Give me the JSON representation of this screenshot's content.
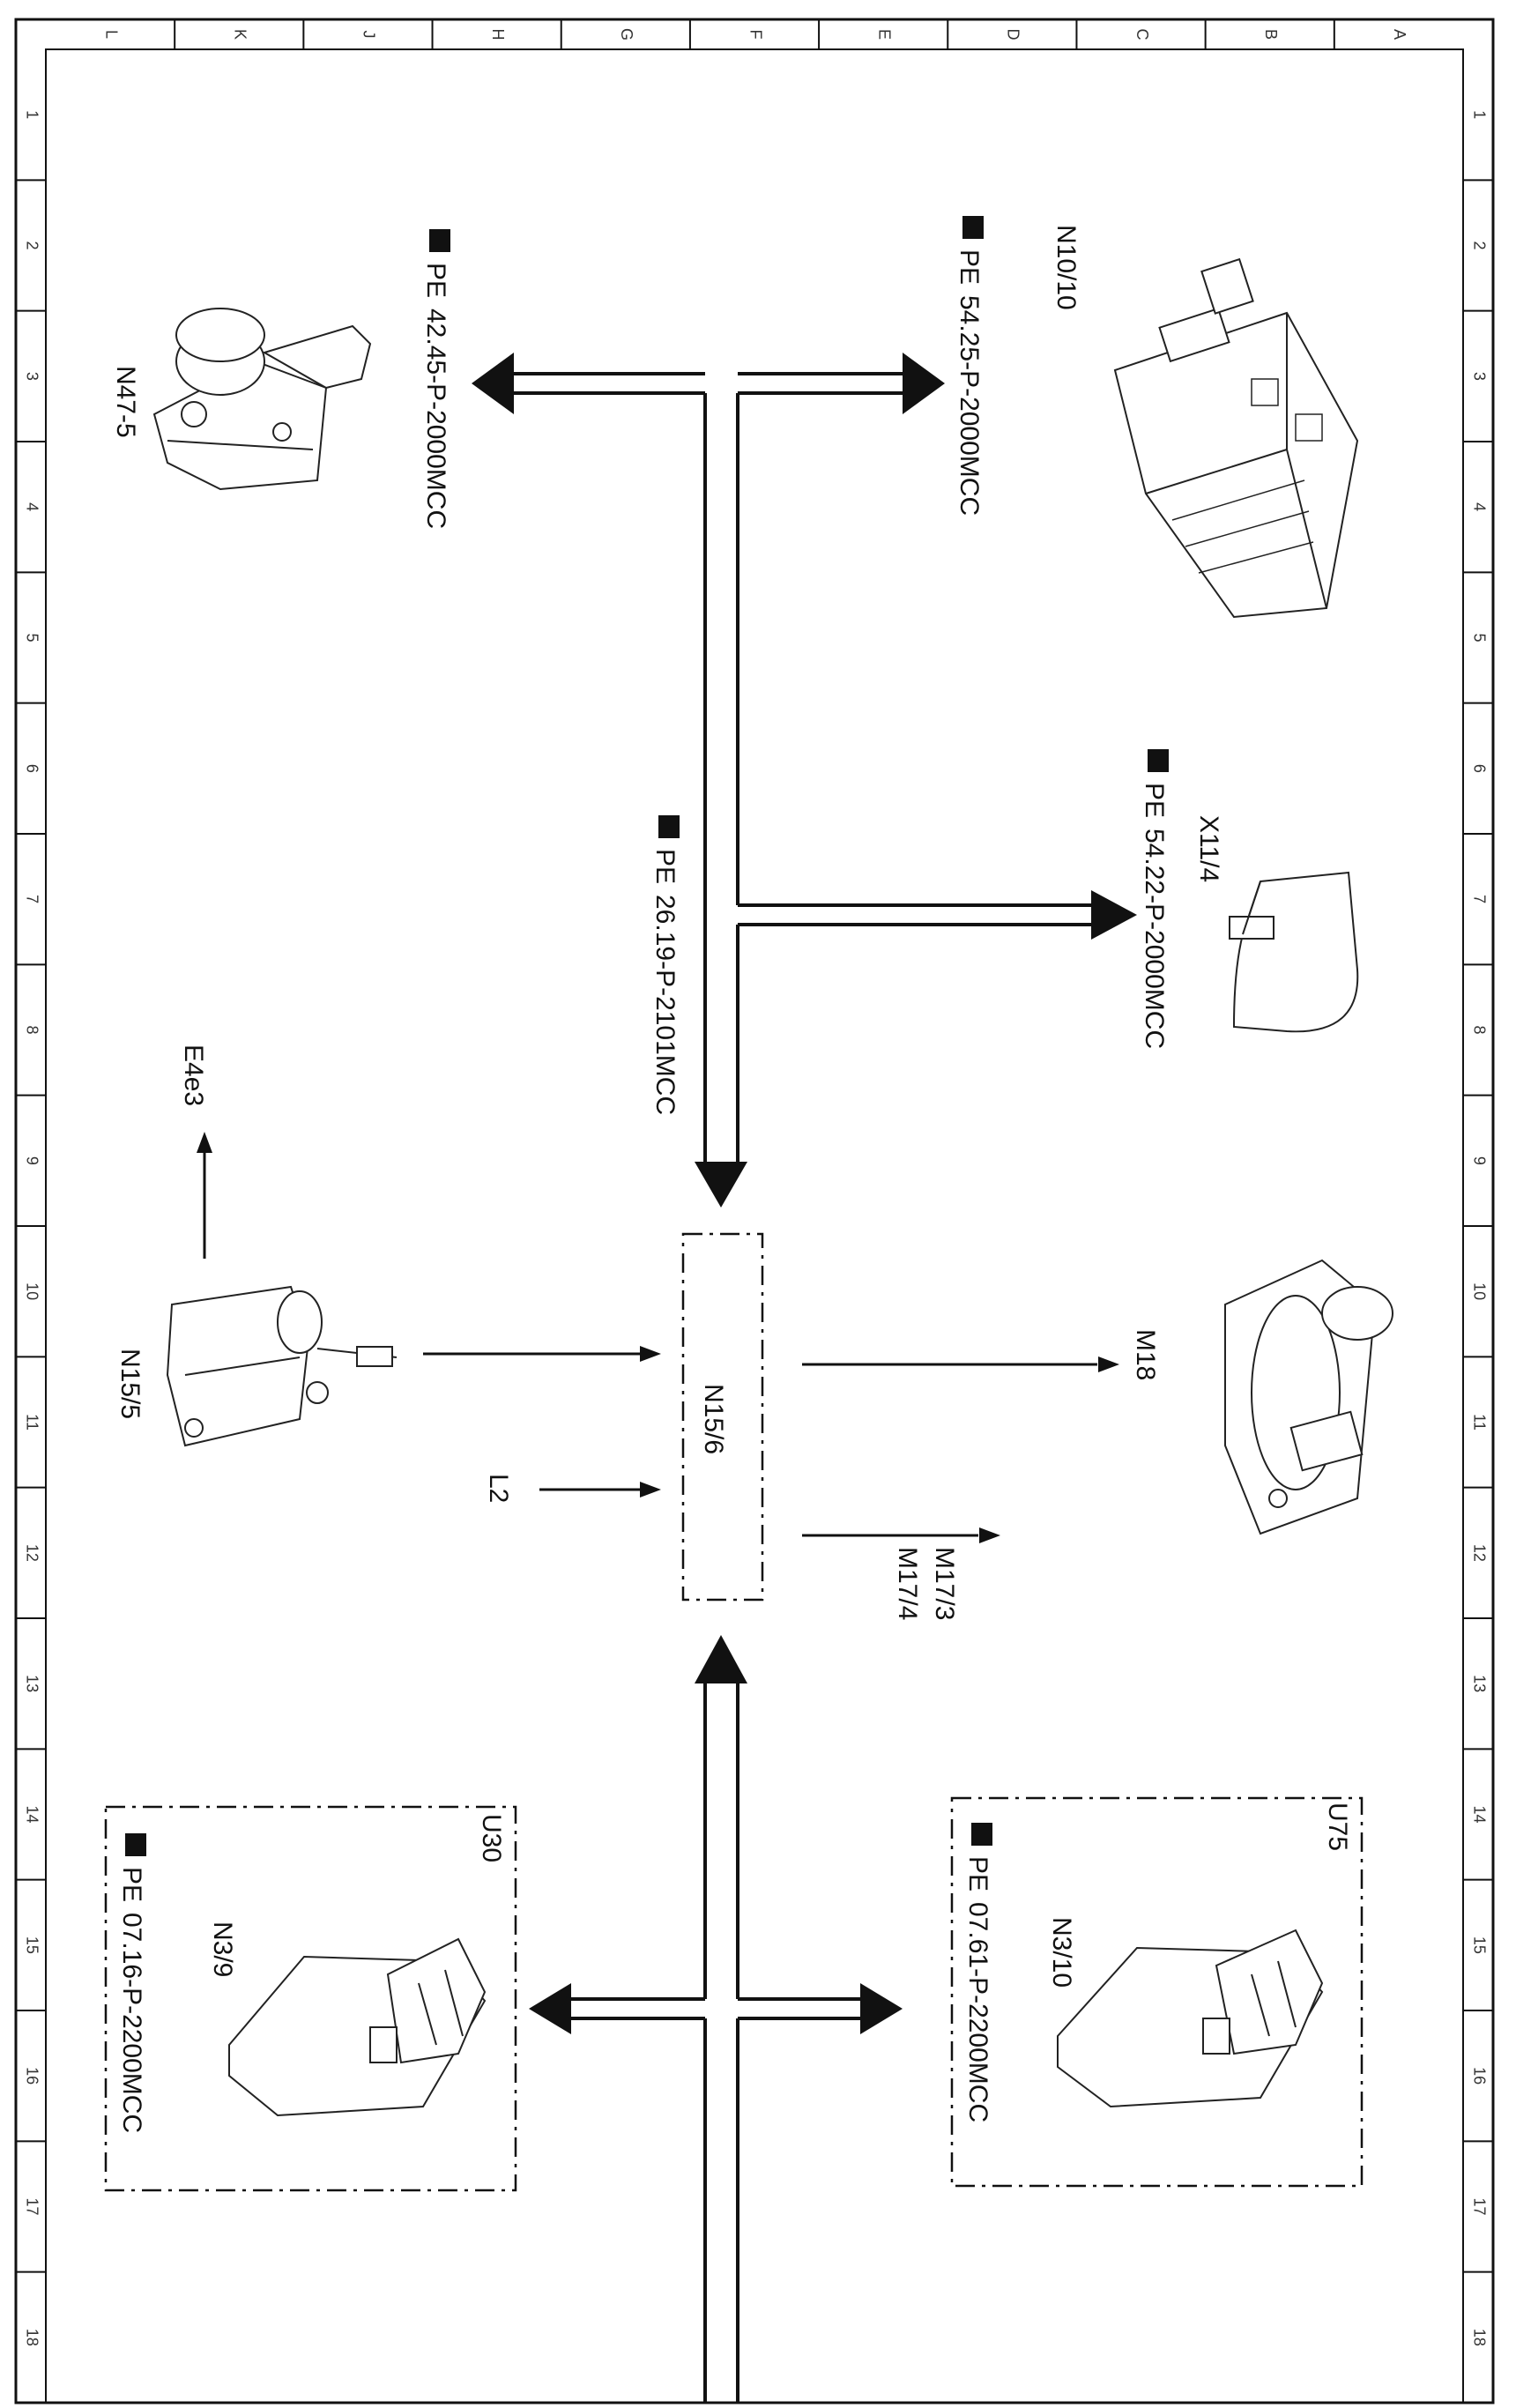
{
  "grid": {
    "columns": [
      "L",
      "K",
      "J",
      "H",
      "G",
      "F",
      "E",
      "D",
      "C",
      "B",
      "A"
    ],
    "rows": [
      "1",
      "2",
      "3",
      "4",
      "5",
      "6",
      "7",
      "8",
      "9",
      "10",
      "11",
      "12",
      "13",
      "14",
      "15",
      "16",
      "17",
      "18"
    ]
  },
  "components": {
    "n10_10": "N10/10",
    "n47_5": "N47-5",
    "x11_4": "X11/4",
    "n15_5": "N15/5",
    "n15_6": "N15/6",
    "m18": "M18",
    "n3_10": "N3/10",
    "n3_9": "N3/9",
    "u75": "U75",
    "u30": "U30",
    "e4e3": "E4e3",
    "l2": "L2",
    "m17_3": "M17/3",
    "m17_4": "M17/4"
  },
  "references": {
    "pe_label": "PE",
    "ref_n10_10": "54.25-P-2000MCC",
    "ref_n47_5": "42.45-P-2000MCC",
    "ref_x11_4": "54.22-P-2000MCC",
    "ref_bus": "26.19-P-2101MCC",
    "ref_n3_10": "07.61-P-2200MCC",
    "ref_n3_9": "07.16-P-2200MCC"
  },
  "icons": {
    "reference": "hand-pointing-book-icon"
  },
  "colors": {
    "line": "#111111",
    "background": "#ffffff"
  }
}
